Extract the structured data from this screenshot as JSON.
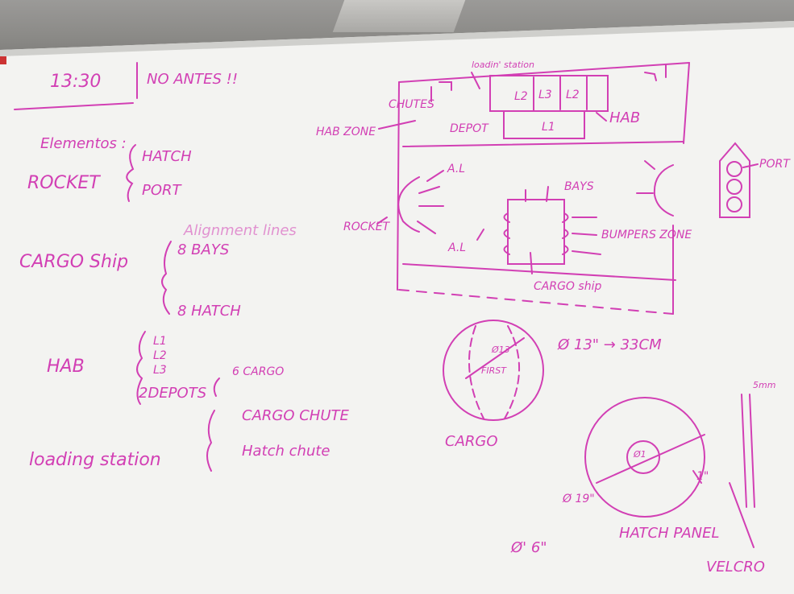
{
  "whiteboard": {
    "time": "13:30",
    "deadline_note": "NO ANTES !!",
    "elements_heading": "Elementos :",
    "rocket": {
      "label": "ROCKET",
      "items": [
        "HATCH",
        "PORT"
      ]
    },
    "cargo_ship": {
      "label": "CARGO Ship",
      "alignment_note": "Alignment lines",
      "items": [
        "8 BAYS",
        "8 HATCH"
      ]
    },
    "hab": {
      "label": "HAB",
      "items": [
        "L1",
        "L2",
        "L3",
        "2DEPOTS"
      ],
      "depot_note": "6 CARGO"
    },
    "loading_station": {
      "label": "loading station",
      "items": [
        "CARGO CHUTE",
        "Hatch chute"
      ]
    },
    "field_diagram": {
      "loading_station": "loadin' station",
      "chutes": "CHUTES",
      "depot": "DEPOT",
      "hab_zone": "HAB ZONE",
      "hab_arrow": "HAB",
      "levels": [
        "L2",
        "L3",
        "L2",
        "L1"
      ],
      "alignment_top": "A.L",
      "alignment_left": "A.L",
      "bays": "BAYS",
      "bumpers_zone": "BUMPERS ZONE",
      "rocket": "ROCKET",
      "cargo_ship": "CARGO ship"
    },
    "rocket_side": {
      "port": "PORT"
    },
    "cargo": {
      "label": "CARGO",
      "diameter": "Ø 13\" → 33CM",
      "inner_label": "FIRST",
      "inner_dim": "Ø13"
    },
    "hatch_panel": {
      "label": "HATCH PANEL",
      "inner": "Ø1",
      "outer": "Ø 19\"",
      "width": "1\"",
      "size": "Ø' 6\"",
      "thickness": "5mm",
      "velcro": "VELCRO"
    }
  },
  "colors": {
    "ink": "#d23fb4",
    "board": "#f4f4f2"
  }
}
